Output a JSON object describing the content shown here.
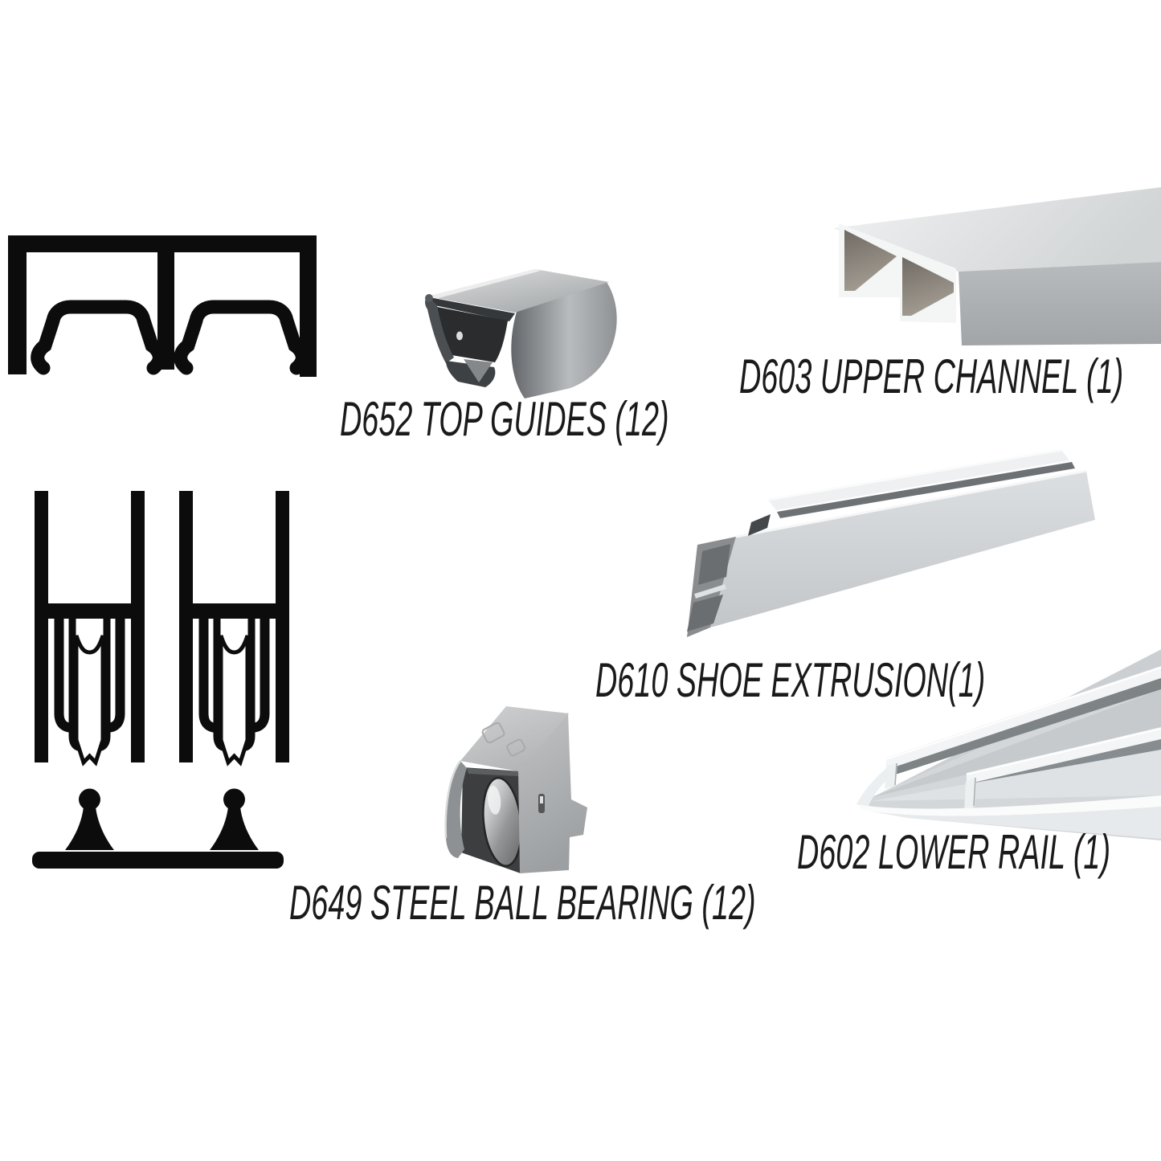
{
  "document": {
    "type": "product-parts-diagram",
    "background": "#ffffff",
    "text_color": "#1a1a1a"
  },
  "parts": [
    {
      "id": "top-guides",
      "label": "D652 TOP GUIDES (12)",
      "illustrations": [
        "upper-channel-cross-section-line-drawing",
        "top-guide-photo"
      ]
    },
    {
      "id": "upper-channel",
      "label": "D603 UPPER CHANNEL (1)",
      "illustrations": [
        "upper-channel-photo"
      ]
    },
    {
      "id": "shoe-extrusion",
      "label": "D610 SHOE EXTRUSION(1)",
      "illustrations": [
        "shoe-extrusion-photo"
      ]
    },
    {
      "id": "lower-rail",
      "label": "D602 LOWER RAIL (1)",
      "illustrations": [
        "lower-rail-photo"
      ]
    },
    {
      "id": "steel-ball-bearing",
      "label": "D649 STEEL BALL BEARING (12)",
      "illustrations": [
        "rollers-in-shoe-cross-section-line-drawing",
        "steel-ball-bearing-photo"
      ]
    }
  ],
  "colors": {
    "line_art": "#0c0c0c",
    "aluminum_light": "#eff0f1",
    "aluminum_mid": "#b4b7b9",
    "aluminum_dark": "#7e8386",
    "plastic_dark": "#2a2c2e"
  }
}
